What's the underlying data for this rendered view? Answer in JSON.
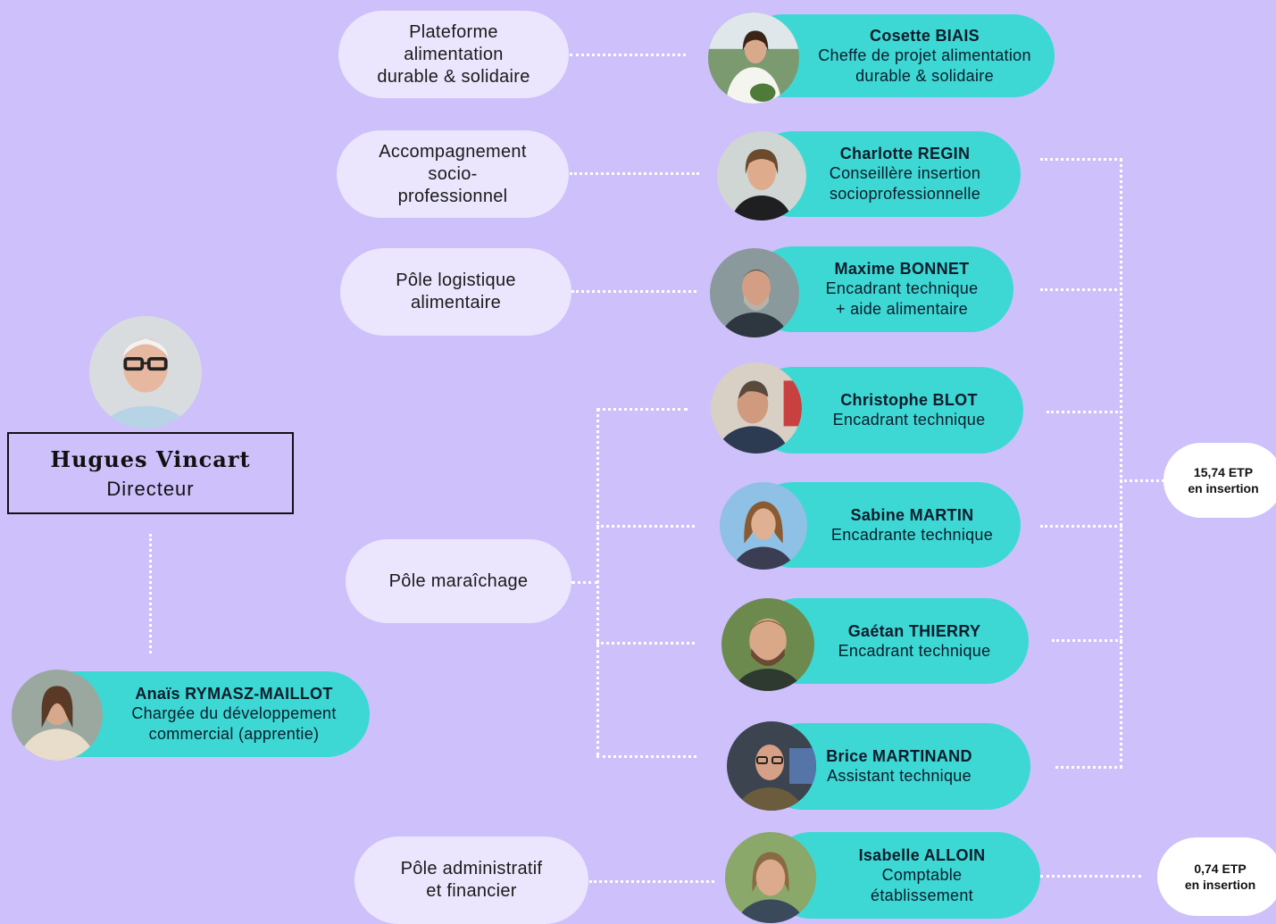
{
  "director": {
    "name": "Hugues Vincart",
    "role": "Directeur"
  },
  "assistant": {
    "name": "Anaïs RYMASZ-MAILLOT",
    "role": "Chargée du développement\ncommercial (apprentie)"
  },
  "poles": {
    "alimentation": "Plateforme\nalimentation\ndurable & solidaire",
    "accompagnement": "Accompagnement\nsocio-\nprofessionnel",
    "logistique": "Pôle logistique\nalimentaire",
    "maraichage": "Pôle maraîchage",
    "administratif": "Pôle administratif\net financier"
  },
  "people": {
    "cosette": {
      "name": "Cosette BIAIS",
      "role": "Cheffe de projet alimentation\ndurable & solidaire"
    },
    "charlotte": {
      "name": "Charlotte REGIN",
      "role": "Conseillère insertion\nsocioprofessionnelle"
    },
    "maxime": {
      "name": "Maxime BONNET",
      "role": "Encadrant technique\n+ aide alimentaire"
    },
    "christophe": {
      "name": "Christophe BLOT",
      "role": "Encadrant technique"
    },
    "sabine": {
      "name": "Sabine MARTIN",
      "role": "Encadrante technique"
    },
    "gaetan": {
      "name": "Gaétan THIERRY",
      "role": "Encadrant technique"
    },
    "brice": {
      "name": "Brice MARTINAND",
      "role": "Assistant technique"
    },
    "isabelle": {
      "name": "Isabelle ALLOIN",
      "role": "Comptable\nétablissement"
    }
  },
  "etp": {
    "insertion_main": {
      "value": "15,74 ETP",
      "label": "en insertion"
    },
    "insertion_admin": {
      "value": "0,74 ETP",
      "label": "en insertion"
    }
  },
  "colors": {
    "background": "#cdc0fb",
    "pole_pill": "#ebe6fd",
    "person_pill": "#3dd8d4",
    "connector": "#ffffff"
  }
}
